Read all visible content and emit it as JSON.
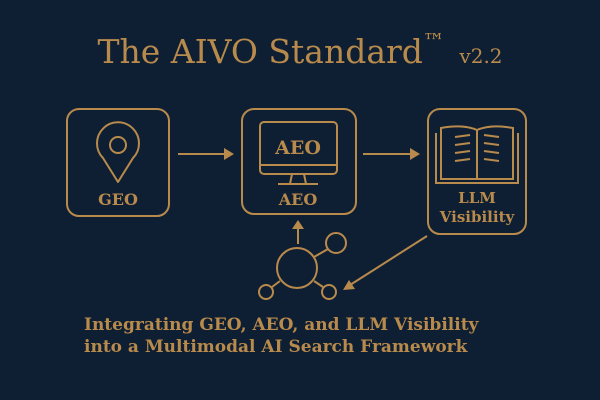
{
  "title": {
    "main": "The AIVO Standard",
    "trademark": "™",
    "version": "v2.2"
  },
  "nodes": [
    {
      "id": "geo",
      "label": "GEO",
      "icon": "map-pin-icon"
    },
    {
      "id": "aeo",
      "label": "AEO",
      "screen_text": "AEO",
      "icon": "monitor-icon"
    },
    {
      "id": "llm",
      "label_line1": "LLM",
      "label_line2": "Visibility",
      "icon": "open-book-icon"
    }
  ],
  "hub": {
    "icon": "network-hub-icon"
  },
  "subtitle": {
    "line1": "Integrating GEO, AEO, and LLM Visibility",
    "line2": "into a Multimodal AI Search Framework"
  },
  "colors": {
    "background": "#0f1f33",
    "accent": "#b88a4c"
  }
}
